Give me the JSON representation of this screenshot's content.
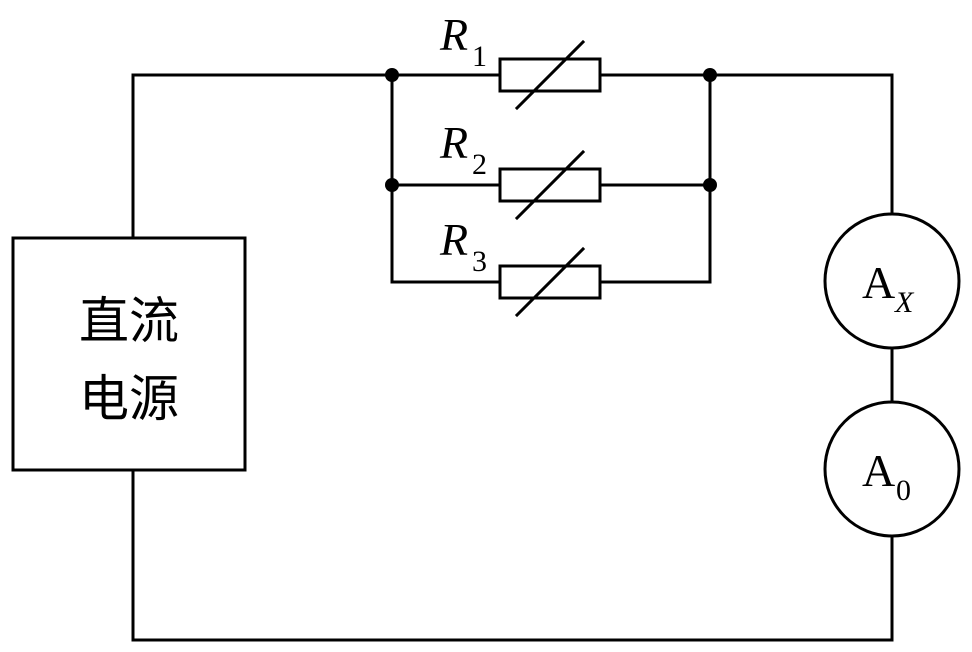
{
  "source": {
    "line1": "直流",
    "line2": "电源"
  },
  "resistors": [
    {
      "symbol": "R",
      "subscript": "1"
    },
    {
      "symbol": "R",
      "subscript": "2"
    },
    {
      "symbol": "R",
      "subscript": "3"
    }
  ],
  "meters": [
    {
      "symbol": "A",
      "subscript": "X"
    },
    {
      "symbol": "A",
      "subscript": "0"
    }
  ]
}
